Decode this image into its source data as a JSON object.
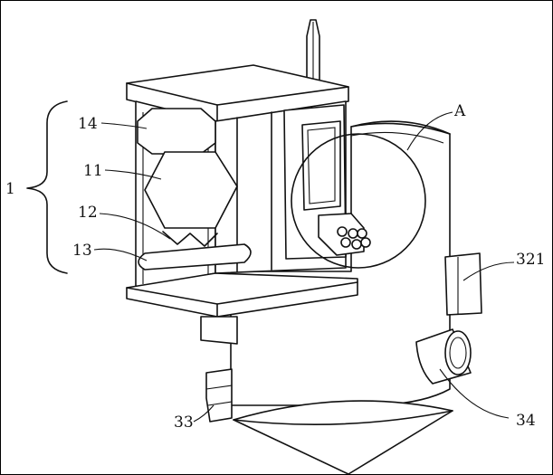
{
  "figure": {
    "labels": {
      "group": "1",
      "part_11": "11",
      "part_12": "12",
      "part_13": "13",
      "part_14": "14",
      "detail": "A",
      "part_321": "321",
      "part_33": "33",
      "part_34": "34"
    }
  }
}
